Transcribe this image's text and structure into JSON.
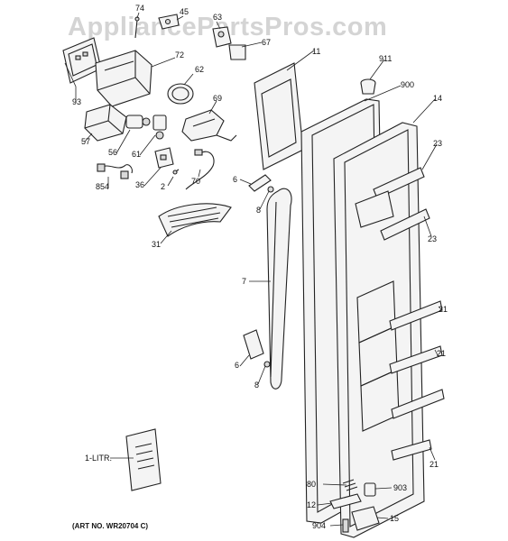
{
  "watermark": "AppliancePartsPros.com",
  "art_number": "(ART NO. WR20704 C)",
  "parts": [
    {
      "id": "74",
      "label": "74"
    },
    {
      "id": "45",
      "label": "45"
    },
    {
      "id": "63",
      "label": "63"
    },
    {
      "id": "67",
      "label": "67"
    },
    {
      "id": "72",
      "label": "72"
    },
    {
      "id": "62",
      "label": "62"
    },
    {
      "id": "93",
      "label": "93"
    },
    {
      "id": "57",
      "label": "57"
    },
    {
      "id": "56",
      "label": "56"
    },
    {
      "id": "61",
      "label": "61"
    },
    {
      "id": "69",
      "label": "69"
    },
    {
      "id": "70",
      "label": "70"
    },
    {
      "id": "854",
      "label": "854"
    },
    {
      "id": "36",
      "label": "36"
    },
    {
      "id": "2",
      "label": "2"
    },
    {
      "id": "31",
      "label": "31"
    },
    {
      "id": "11",
      "label": "11"
    },
    {
      "id": "911",
      "label": "911"
    },
    {
      "id": "900",
      "label": "900"
    },
    {
      "id": "14",
      "label": "14"
    },
    {
      "id": "23a",
      "label": "23"
    },
    {
      "id": "23b",
      "label": "23"
    },
    {
      "id": "6a",
      "label": "6"
    },
    {
      "id": "8a",
      "label": "8"
    },
    {
      "id": "7",
      "label": "7"
    },
    {
      "id": "21a",
      "label": "21"
    },
    {
      "id": "21b",
      "label": "21"
    },
    {
      "id": "6b",
      "label": "6"
    },
    {
      "id": "8b",
      "label": "8"
    },
    {
      "id": "21c",
      "label": "21"
    },
    {
      "id": "1-litr",
      "label": "1-LITR."
    },
    {
      "id": "80",
      "label": "80"
    },
    {
      "id": "903",
      "label": "903"
    },
    {
      "id": "12",
      "label": "12"
    },
    {
      "id": "904",
      "label": "904"
    },
    {
      "id": "15",
      "label": "15"
    }
  ]
}
